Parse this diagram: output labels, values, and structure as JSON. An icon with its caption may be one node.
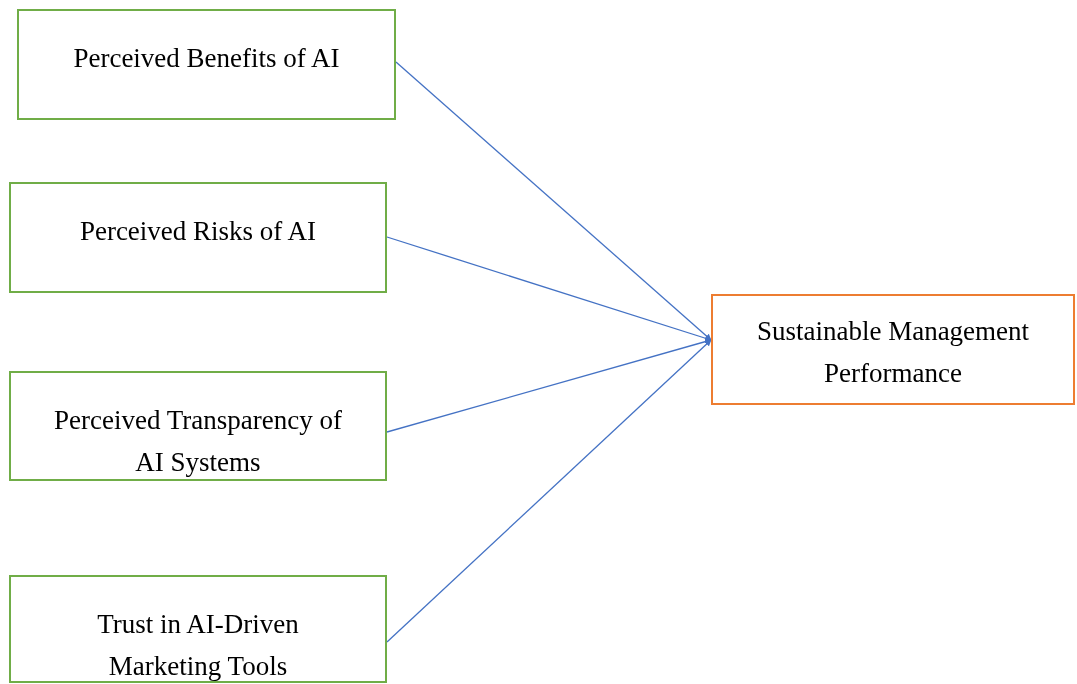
{
  "diagram": {
    "nodes": [
      {
        "text": [
          "Perceived Benefits of AI"
        ]
      },
      {
        "text": [
          "Perceived Risks of AI"
        ]
      },
      {
        "text": [
          "Perceived Transparency of AI Systems"
        ]
      },
      {
        "text": [
          "Trust in AI-Driven Marketing Tools"
        ]
      },
      {
        "text": [
          "Sustainable Management Performance"
        ]
      }
    ],
    "edges": [
      {
        "from": 0,
        "to": 4,
        "arrow": "to"
      },
      {
        "from": 1,
        "to": 4,
        "arrow": "to"
      },
      {
        "from": 2,
        "to": 4,
        "arrow": "to"
      },
      {
        "from": 3,
        "to": 4,
        "arrow": "to"
      }
    ]
  }
}
